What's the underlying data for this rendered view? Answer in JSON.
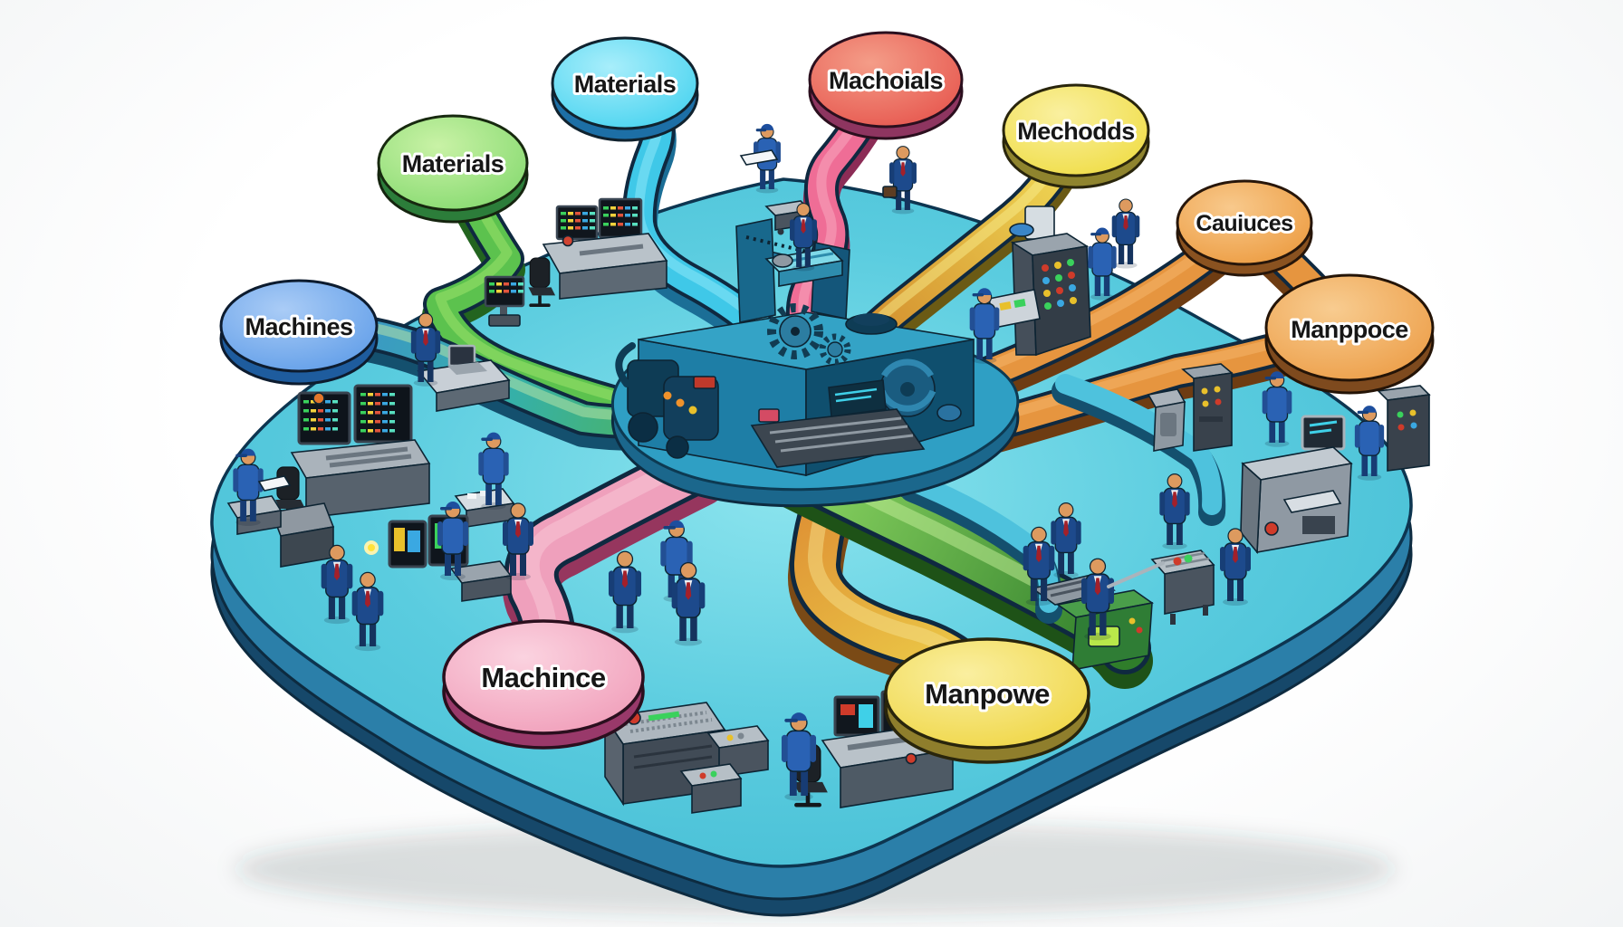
{
  "figure": {
    "type": "isometric-factory-cause-diagram",
    "bubbles": [
      {
        "id": "materials-green",
        "label": "Materials",
        "color": "#8ee07a",
        "rim": "#2c7d3a"
      },
      {
        "id": "materials-cyan",
        "label": "Materials",
        "color": "#52d8f2",
        "rim": "#1d6fa6"
      },
      {
        "id": "machoials",
        "label": "Machoials",
        "color": "#ee6a5e",
        "rim": "#8e3560"
      },
      {
        "id": "mechodds",
        "label": "Mechodds",
        "color": "#f2e254",
        "rim": "#8f842e"
      },
      {
        "id": "cauiuces",
        "label": "Cauiuces",
        "color": "#f0a24e",
        "rim": "#8a5220"
      },
      {
        "id": "manppoce",
        "label": "Manppoce",
        "color": "#f0a455",
        "rim": "#7e4a1e"
      },
      {
        "id": "machines",
        "label": "Machines",
        "color": "#6aa5ec",
        "rim": "#1e5c9e"
      },
      {
        "id": "machince",
        "label": "Machince",
        "color": "#f4a8c0",
        "rim": "#99396a"
      },
      {
        "id": "manpowe",
        "label": "Manpowe",
        "color": "#f2d84e",
        "rim": "#8f7e2c"
      }
    ],
    "palette": {
      "platform_top": "#5accdf",
      "platform_side": "#2b7fa9",
      "platform_edge_dark": "#123c58",
      "machine_teal": "#1f7da3",
      "machine_dark": "#0f4a68",
      "ribbon_green": "#5cc24e",
      "ribbon_cyan": "#3fc8e8",
      "ribbon_pink": "#ef6d96",
      "ribbon_orange": "#e6953f",
      "ribbon_yellow": "#f2df58",
      "worker_blue": "#2a62b4",
      "suit_navy": "#1d4a8c",
      "skin": "#dd9a5f",
      "background": "#ffffff"
    }
  }
}
